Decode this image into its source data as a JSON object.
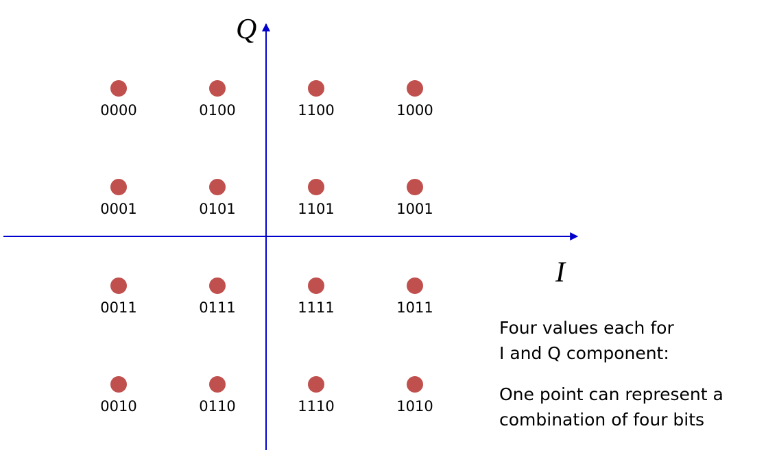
{
  "colors": {
    "axis": "#0000CC",
    "point": "#C0504D",
    "text": "#000000"
  },
  "axes": {
    "horizontal_label": "I",
    "vertical_label": "Q"
  },
  "constellation": {
    "rows": [
      [
        "0000",
        "0100",
        "1100",
        "1000"
      ],
      [
        "0001",
        "0101",
        "1101",
        "1001"
      ],
      [
        "0011",
        "0111",
        "1111",
        "1011"
      ],
      [
        "0010",
        "0110",
        "1110",
        "1010"
      ]
    ]
  },
  "notes": {
    "first": {
      "line1": "Four values each for",
      "line2": "I and Q component:"
    },
    "second": {
      "line1": "One point can represent a",
      "line2": "combination of four bits"
    }
  }
}
